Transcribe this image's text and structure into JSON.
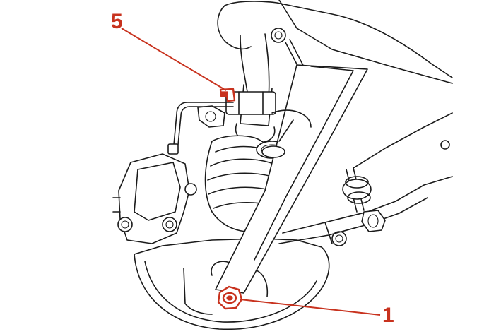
{
  "callouts": [
    {
      "label": "5",
      "target": "brake-hose-clip"
    },
    {
      "label": "1",
      "target": "axle-nut"
    }
  ],
  "colors": {
    "line_art": "#1a1a1a",
    "highlight": "#c8321e",
    "background": "#ffffff"
  },
  "icons": [
    "brake-hose-clip-icon",
    "axle-nut-icon"
  ]
}
